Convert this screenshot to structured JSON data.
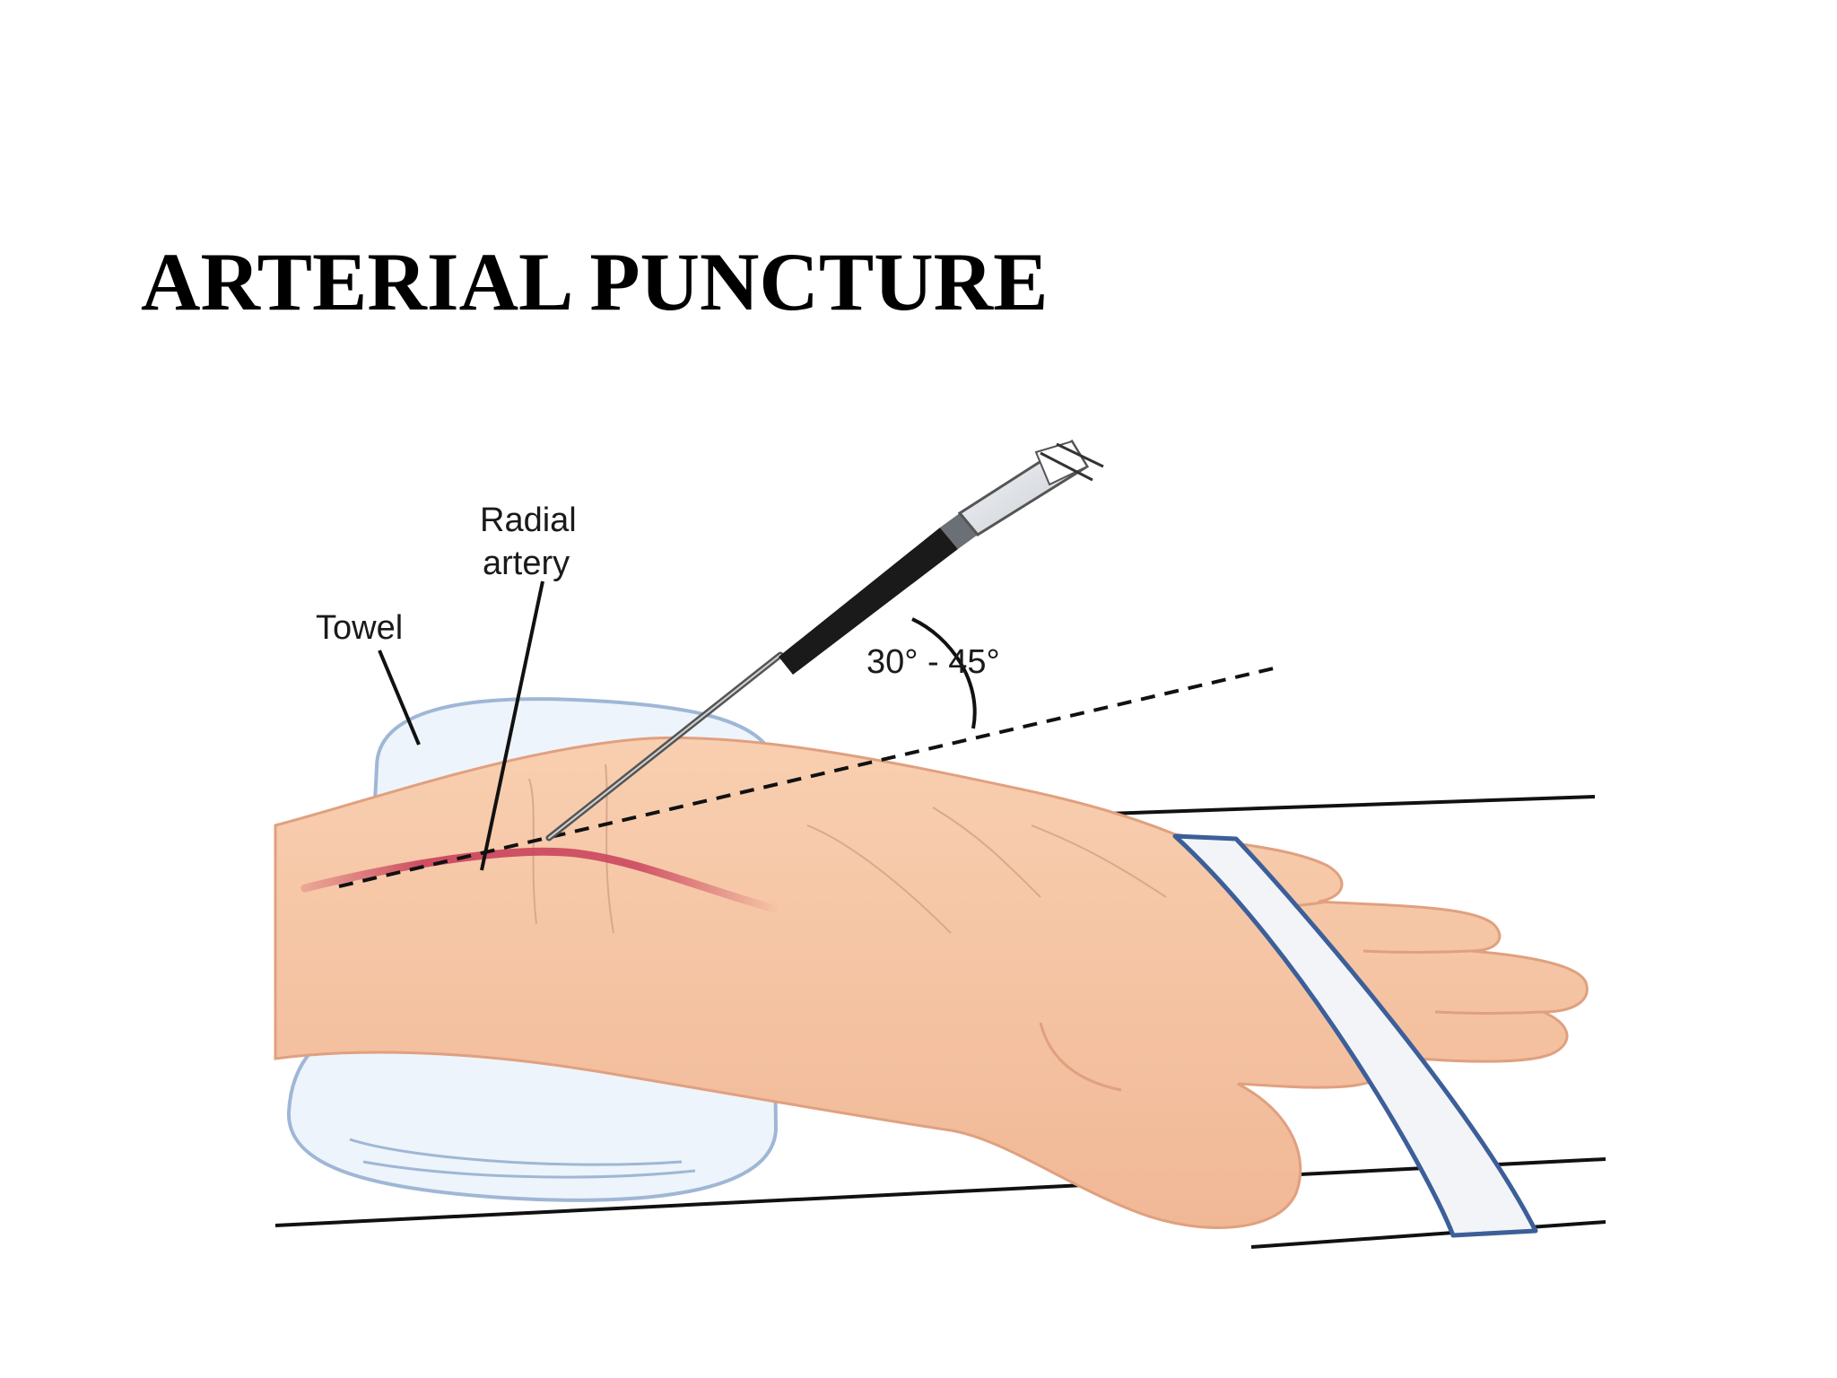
{
  "slide": {
    "title": "ARTERIAL PUNCTURE"
  },
  "diagram": {
    "labels": {
      "radial_line1": "Radial",
      "radial_line2": "artery",
      "towel": "Towel",
      "angle": "30° - 45°"
    },
    "colors": {
      "skin": "#f6c6a4",
      "skin_outline": "#e0a07f",
      "artery": "#c9405a",
      "towel": "#eef4fb",
      "towel_outline": "#9fb7d6",
      "strap": "#f2f4f8",
      "strap_outline": "#3c5f99",
      "needle_hub": "#1a1a1a",
      "leader_line": "#111111"
    }
  }
}
